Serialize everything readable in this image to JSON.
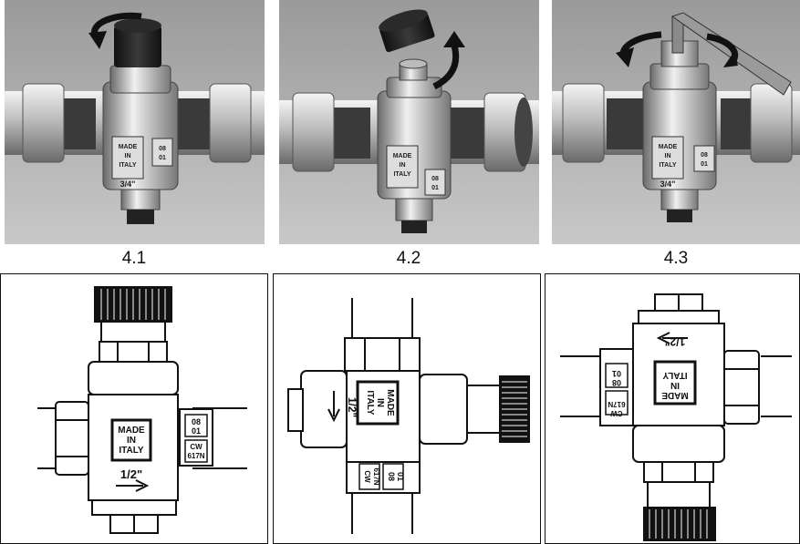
{
  "steps": [
    {
      "caption": "4.1",
      "action": "rotate-cap"
    },
    {
      "caption": "4.2",
      "action": "remove-cap"
    },
    {
      "caption": "4.3",
      "action": "rotate-hex-key"
    }
  ],
  "valve": {
    "made_line1": "MADE",
    "made_line2": "IN",
    "made_line3": "ITALY",
    "size": "1/2\"",
    "size_photo": "3/4\"",
    "code_line1": "08",
    "code_line2": "01",
    "material_line1": "CW",
    "material_line2": "617N",
    "photo_made_line1": "MADE",
    "photo_made_line2": "IN",
    "photo_made_line3": "ITALY"
  },
  "views": [
    {
      "orientation": "vertical-cap-top"
    },
    {
      "orientation": "horizontal-cap-right"
    },
    {
      "orientation": "vertical-cap-bottom"
    }
  ]
}
